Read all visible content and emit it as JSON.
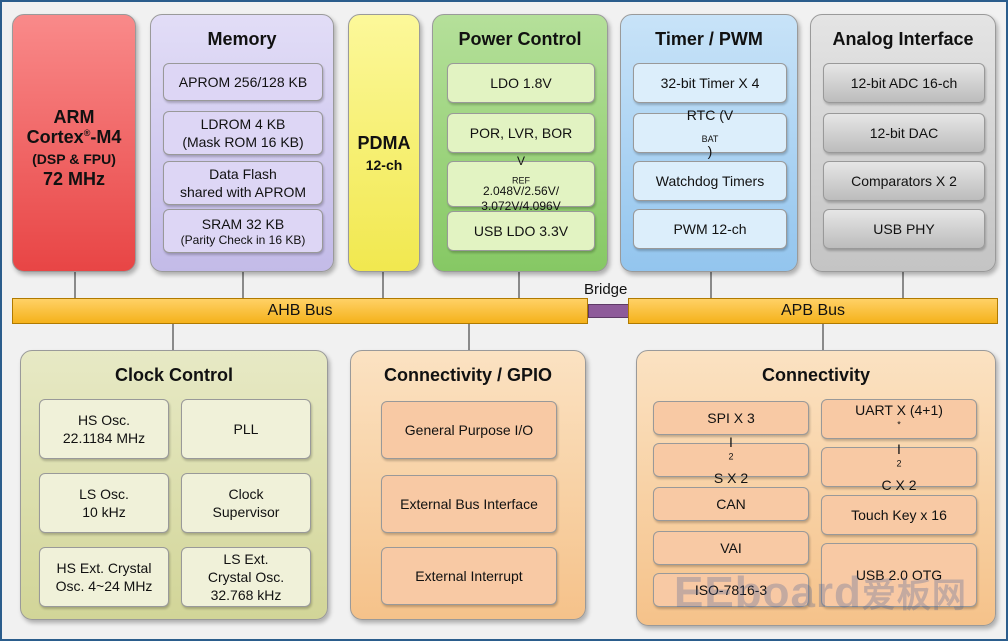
{
  "cpu": {
    "name": "ARM",
    "core": "Cortex",
    "core_mark": "®",
    "core_suffix": "-M4",
    "ext": "(DSP & FPU)",
    "freq": "72 MHz"
  },
  "memory": {
    "title": "Memory",
    "items": [
      {
        "lines": [
          "APROM 256/128 KB"
        ]
      },
      {
        "lines": [
          "LDROM 4 KB",
          "(Mask ROM 16 KB)"
        ]
      },
      {
        "lines": [
          "Data Flash",
          "shared with APROM"
        ]
      },
      {
        "lines": [
          "SRAM 32 KB",
          "(Parity Check in 16 KB)"
        ]
      }
    ]
  },
  "pdma": {
    "title": "PDMA",
    "sub": "12-ch"
  },
  "power": {
    "title": "Power Control",
    "items": {
      "ldo": "LDO 1.8V",
      "por": "POR, LVR, BOR",
      "vref_v": "V",
      "vref_sub": "REF",
      "vref_values": "2.048V/2.56V/",
      "vref_values2": "3.072V/4.096V",
      "usb_ldo": "USB LDO 3.3V"
    }
  },
  "timer": {
    "title": "Timer / PWM",
    "items": {
      "timer32": "32-bit Timer  X 4",
      "rtc": "RTC (V",
      "rtc_sub": "BAT",
      "rtc_close": ")",
      "wdt": "Watchdog Timers",
      "pwm": "PWM 12-ch"
    }
  },
  "analog": {
    "title": "Analog Interface",
    "items": [
      "12-bit ADC 16-ch",
      "12-bit DAC",
      "Comparators X 2",
      "USB PHY"
    ]
  },
  "buses": {
    "ahb": "AHB Bus",
    "apb": "APB Bus",
    "bridge": "Bridge"
  },
  "clock": {
    "title": "Clock Control",
    "items": [
      {
        "lines": [
          "HS Osc.",
          "22.1184 MHz"
        ]
      },
      {
        "lines": [
          "PLL"
        ]
      },
      {
        "lines": [
          "LS Osc.",
          "10 kHz"
        ]
      },
      {
        "lines": [
          "Clock",
          "Supervisor"
        ]
      },
      {
        "lines": [
          "HS Ext. Crystal",
          "Osc. 4~24 MHz"
        ]
      },
      {
        "lines": [
          "LS Ext.",
          "Crystal Osc.",
          "32.768 kHz"
        ]
      }
    ]
  },
  "gpio": {
    "title": "Connectivity / GPIO",
    "items": [
      "General Purpose I/O",
      "External Bus Interface",
      "External  Interrupt"
    ]
  },
  "connectivity": {
    "title": "Connectivity",
    "left": [
      {
        "label": "SPI X 3"
      },
      {
        "pre": "I",
        "sup": "2",
        "post": "S X 2"
      },
      {
        "label": "CAN"
      },
      {
        "label": "VAI"
      },
      {
        "label": "ISO-7816-3"
      }
    ],
    "right": [
      {
        "label": "UART X (4+1)",
        "sup": "*"
      },
      {
        "pre": "I",
        "sup": "2",
        "post": "C X 2"
      },
      {
        "label": "Touch Key x 16"
      },
      {
        "label": "USB 2.0 OTG"
      }
    ]
  },
  "watermark": {
    "text": "EEboard",
    "cn": "爱板网"
  },
  "colors": {
    "cpu": "#ee5a5a",
    "memory": "#cfc8ee",
    "pdma": "#f7f170",
    "power": "#99d377",
    "timer": "#a9d3f3",
    "analog": "#cfcfcf",
    "clock": "#dde0ae",
    "gpio": "#f9d3a6",
    "bus": "#f5b21b",
    "bridge": "#8e5b9a"
  }
}
